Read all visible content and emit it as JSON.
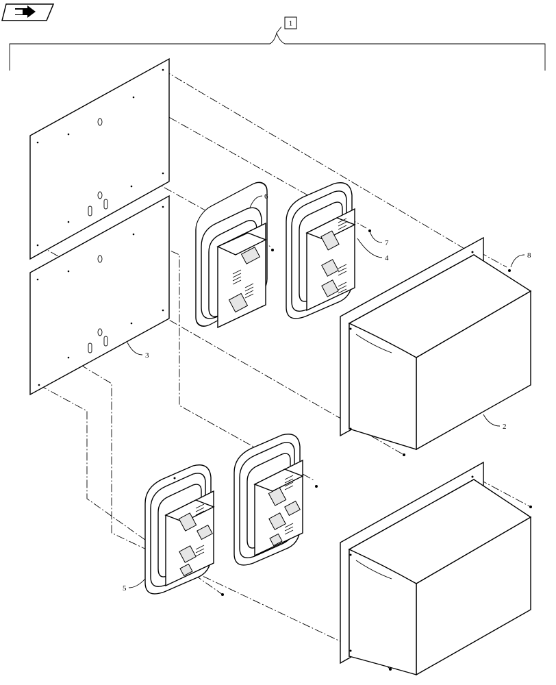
{
  "nav": {
    "icon": "page-forward-icon"
  },
  "assembly_label": "1",
  "callouts": {
    "item2": "2",
    "item3": "3",
    "item4": "4",
    "item5": "5",
    "item6": "6",
    "item7": "7",
    "item8": "8"
  }
}
